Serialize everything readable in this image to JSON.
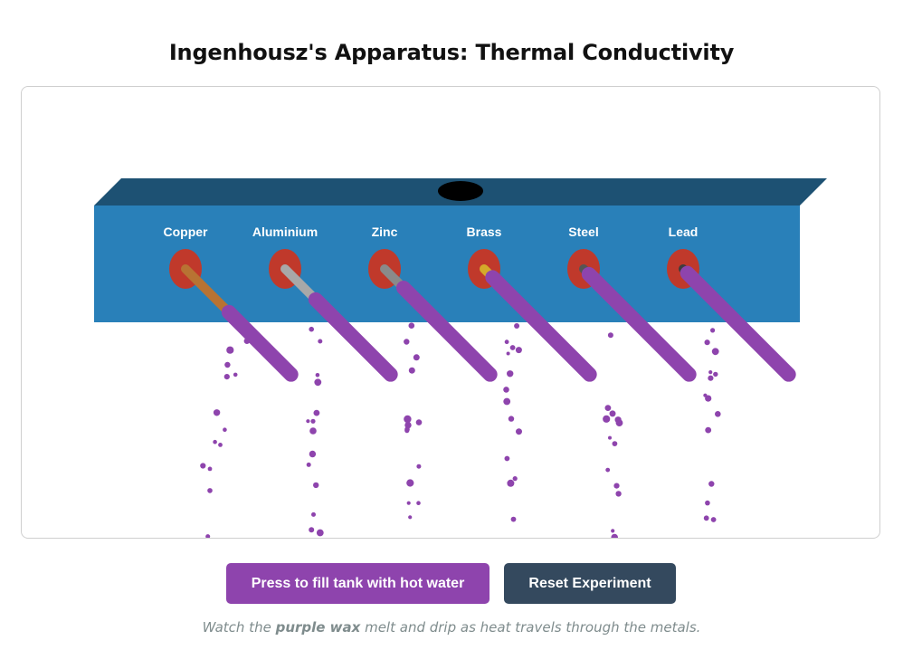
{
  "title": "Ingenhousz's Apparatus: Thermal Conductivity",
  "tank": {
    "top_color": "#1d5173",
    "front_color": "#2980b9",
    "opening_color": "#000000",
    "stopper_color": "#c0392b"
  },
  "metals": [
    {
      "name": "Copper",
      "rod_color": "#b87333"
    },
    {
      "name": "Aluminium",
      "rod_color": "#a8a8a8"
    },
    {
      "name": "Zinc",
      "rod_color": "#8a8a8a"
    },
    {
      "name": "Brass",
      "rod_color": "#d4aa2a"
    },
    {
      "name": "Steel",
      "rod_color": "#555555"
    },
    {
      "name": "Lead",
      "rod_color": "#3d3d3d"
    }
  ],
  "wax_color": "#8e44ad",
  "buttons": {
    "fill": "Press to fill tank with hot water",
    "reset": "Reset Experiment"
  },
  "hint": {
    "before": "Watch the ",
    "emphasis": "purple wax",
    "after": " melt and drip as heat travels through the metals."
  }
}
